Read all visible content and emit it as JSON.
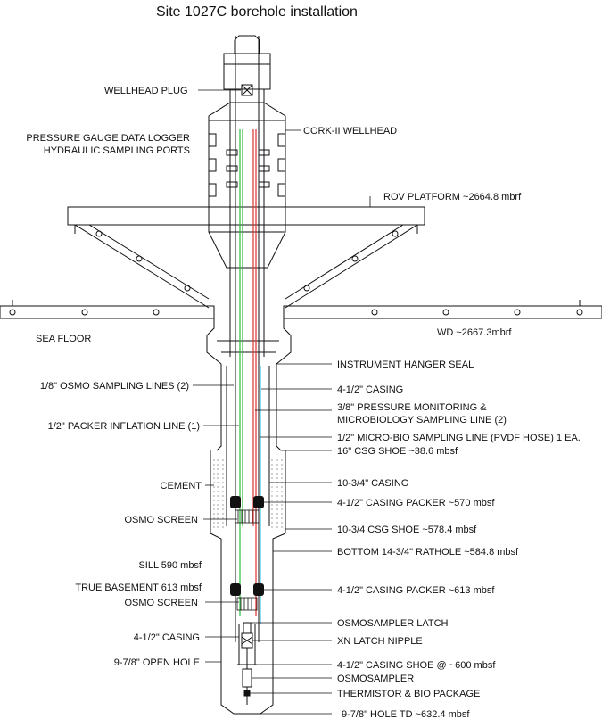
{
  "title": "Site 1027C borehole installation",
  "labels": {
    "wellhead_plug": "WELLHEAD PLUG",
    "pressure_gauge": "PRESSURE GAUGE DATA LOGGER",
    "hydraulic_ports": "HYDRAULIC SAMPLING PORTS",
    "cork_wellhead": "CORK-II WELLHEAD",
    "rov_platform": "ROV PLATFORM ~2664.8 mbrf",
    "sea_floor": "SEA FLOOR",
    "wd": "WD ~2667.3mbrf",
    "instrument_hanger_seal": "INSTRUMENT HANGER SEAL",
    "osmo_sampling_lines": "1/8\" OSMO SAMPLING LINES (2)",
    "casing_412_upper": "4-1/2\" CASING",
    "pressure_monitoring_1": "3/8\" PRESSURE MONITORING &",
    "pressure_monitoring_2": "MICROBIOLOGY SAMPLING LINE (2)",
    "packer_inflation_line": "1/2\" PACKER INFLATION LINE (1)",
    "micro_bio_line": "1/2\" MICRO-BIO SAMPLING LINE (PVDF HOSE) 1 EA.",
    "csg_shoe_16": "16\" CSG SHOE ~38.6 mbsf",
    "cement": "CEMENT",
    "casing_1034": "10-3/4\" CASING",
    "casing_packer_570": "4-1/2\" CASING PACKER ~570 mbsf",
    "osmo_screen_upper": "OSMO SCREEN",
    "csg_shoe_1034": "10-3/4 CSG SHOE ~578.4 mbsf",
    "bottom_rathole": "BOTTOM 14-3/4\" RATHOLE ~584.8 mbsf",
    "sill": "SILL 590 mbsf",
    "true_basement": "TRUE BASEMENT 613 mbsf",
    "casing_packer_613": "4-1/2\" CASING PACKER ~613 mbsf",
    "osmo_screen_lower": "OSMO SCREEN",
    "osmosampler_latch": "OSMOSAMPLER LATCH",
    "casing_412_lower": "4-1/2\" CASING",
    "xn_latch_nipple": "XN LATCH NIPPLE",
    "open_hole": "9-7/8\" OPEN HOLE",
    "casing_shoe_600": "4-1/2\" CASING SHOE @ ~600 mbsf",
    "osmosampler": "OSMOSAMPLER",
    "thermistor": "THERMISTOR & BIO PACKAGE",
    "hole_td": "9-7/8\" HOLE TD ~632.4 mbsf"
  },
  "colors": {
    "green_line": "#2bbf3a",
    "red_line": "#e03030",
    "cyan_line": "#3cc8e8",
    "packer_fill": "#111111",
    "stroke": "#111111"
  }
}
